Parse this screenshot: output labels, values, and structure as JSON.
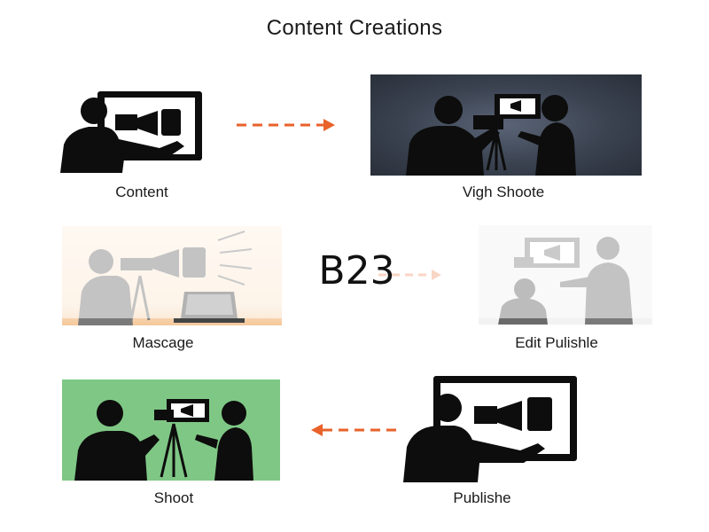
{
  "title": "Content Creations",
  "overlay_label": "B23",
  "steps": [
    {
      "label": "Content"
    },
    {
      "label": "Vigh Shoote"
    },
    {
      "label": "Mascage"
    },
    {
      "label": "Edit Pulishle"
    },
    {
      "label": "Shoot"
    },
    {
      "label": "Publishe"
    }
  ],
  "colors": {
    "arrow": "#e8622a",
    "dark_panel": "#3a4250",
    "peach_panel": "#fbe6cf",
    "green_panel": "#7fc785",
    "silhouette": "#0d0d0d"
  },
  "icons": [
    "monitor-camera-icon",
    "filming-crew-icon",
    "megaphone-laptop-icon",
    "editing-icon",
    "shooting-icon",
    "publish-screen-icon"
  ]
}
